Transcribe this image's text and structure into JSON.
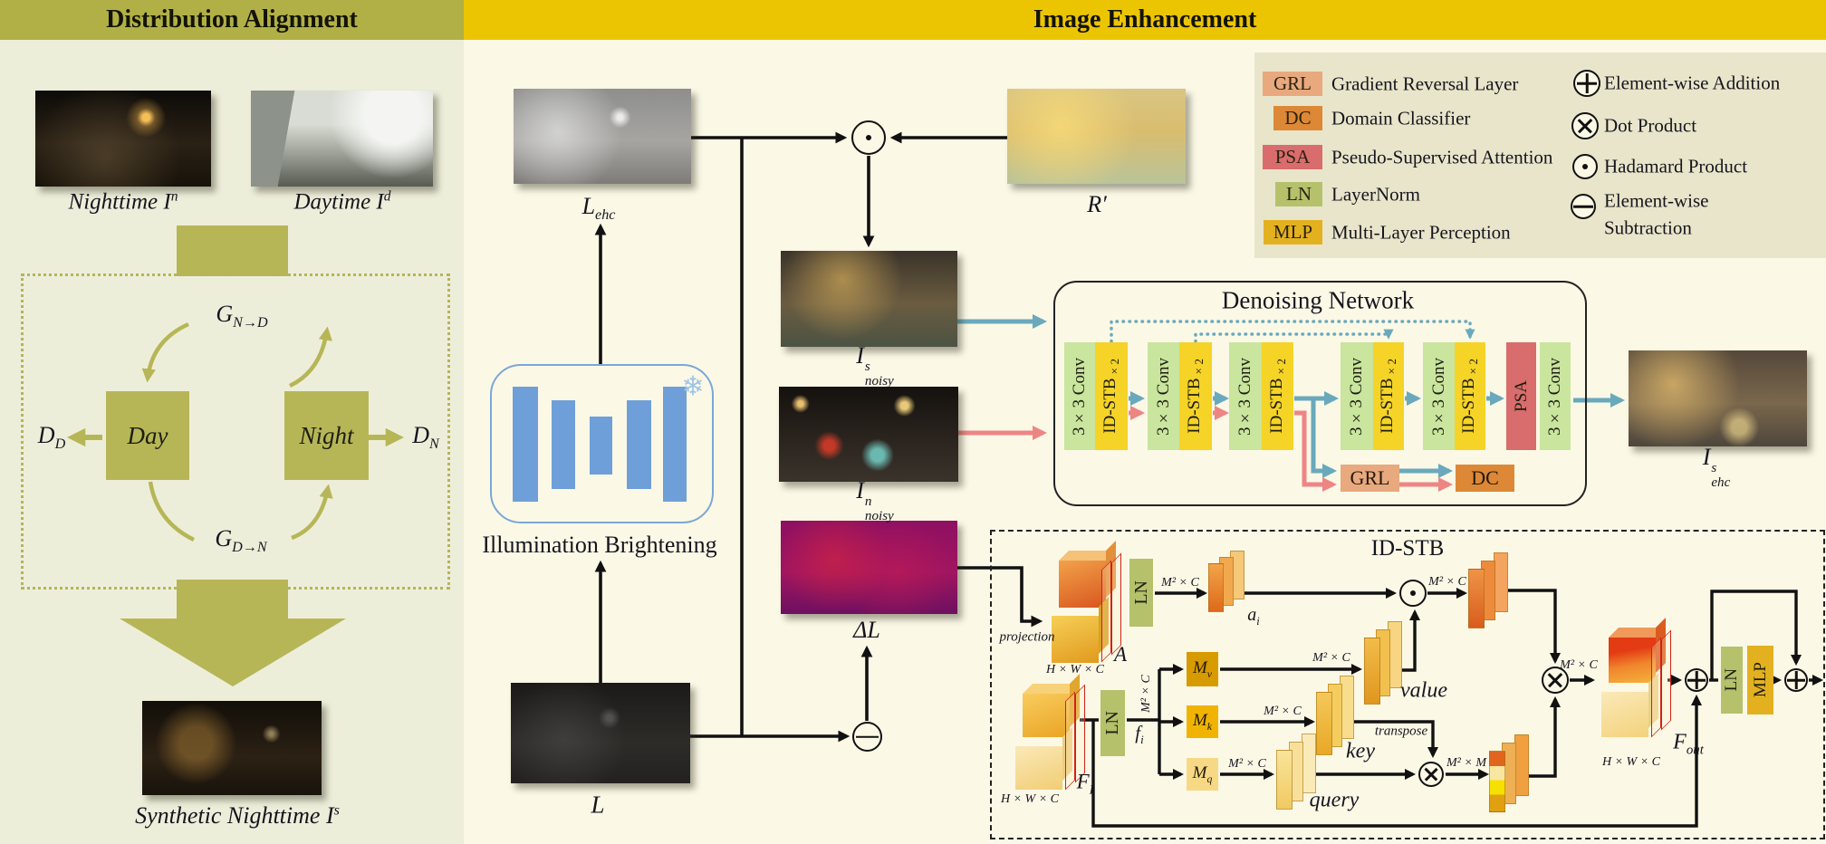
{
  "left_panel": {
    "title": "Distribution Alignment",
    "nighttime": {
      "base": "Nighttime I",
      "sup": "n"
    },
    "daytime": {
      "base": "Daytime I",
      "sup": "d"
    },
    "gan_top": {
      "base": "G",
      "sub": "N→D"
    },
    "gan_bottom": {
      "base": "G",
      "sub": "D→N"
    },
    "day_box": "Day",
    "night_box": "Night",
    "disc_day": {
      "base": "D",
      "sub": "D"
    },
    "disc_night": {
      "base": "D",
      "sub": "N"
    },
    "synthetic": {
      "base": "Synthetic Nighttime I",
      "sup": "s"
    }
  },
  "right_panel": {
    "title": "Image Enhancement"
  },
  "legend": {
    "items": [
      {
        "abbr": "GRL",
        "label": "Gradient Reversal Layer",
        "color": "#e8a97e"
      },
      {
        "abbr": "DC",
        "label": "Domain Classifier",
        "color": "#dd8836"
      },
      {
        "abbr": "PSA",
        "label": "Pseudo-Supervised Attention",
        "color": "#d96c6c"
      },
      {
        "abbr": "LN",
        "label": "LayerNorm",
        "color": "#b5c16b"
      },
      {
        "abbr": "MLP",
        "label": "Multi-Layer Perception",
        "color": "#e3b120"
      }
    ],
    "symbols": [
      {
        "name": "element-wise-addition",
        "label": "Element-wise Addition"
      },
      {
        "name": "dot-product",
        "label": "Dot Product"
      },
      {
        "name": "hadamard-product",
        "label": "Hadamard Product"
      },
      {
        "name": "element-wise-subtraction",
        "label1": "Element-wise",
        "label2": "Subtraction"
      }
    ]
  },
  "pipeline": {
    "lehc": {
      "base": "L",
      "sub": "ehc"
    },
    "rprime": "R′",
    "isnoisy": {
      "base": "I",
      "sup": "s",
      "sub": "noisy"
    },
    "innoisy": {
      "base": "I",
      "sup": "n",
      "sub": "noisy"
    },
    "deltal": "ΔL",
    "l": "L",
    "illumination": "Illumination Brightening",
    "snowflake": "❄",
    "isehc": {
      "base": "I",
      "sup": "s",
      "sub": "ehc"
    }
  },
  "denoise": {
    "title": "Denoising Network",
    "conv": "3×3 Conv",
    "idstb": "ID-STB",
    "times2": "×2",
    "psa": "PSA",
    "grl": "GRL",
    "dc": "DC"
  },
  "idstb": {
    "title": "ID-STB",
    "projection": "projection",
    "dims": "H × W × C",
    "m2c": "M² × C",
    "m2m": "M² × M",
    "ln": "LN",
    "mlp": "MLP",
    "a_tensor": "A",
    "ai": {
      "base": "a",
      "sub": "i"
    },
    "fi": {
      "base": "f",
      "sub": "i"
    },
    "f_in": {
      "base": "F",
      "sub": "I"
    },
    "f_out": {
      "base": "F",
      "sub": "out"
    },
    "mv": {
      "base": "M",
      "sub": "v"
    },
    "mk": {
      "base": "M",
      "sub": "k"
    },
    "mq": {
      "base": "M",
      "sub": "q"
    },
    "value": "value",
    "key": "key",
    "query": "query",
    "transpose": "transpose"
  },
  "colors": {
    "header_left": "#b1b046",
    "header_right": "#ecc502",
    "bg_left": "#edeeda",
    "bg_right": "#fbf8e6",
    "legend_bg": "#e9e5ca",
    "olive": "#b7b657",
    "arrow_blue": "#6aa9bc",
    "arrow_pink": "#ee8585",
    "conv_green": "#c9e59e",
    "stb_yellow": "#f5d327",
    "psa_red": "#d96c6c",
    "grl_salmon": "#e8a97e",
    "dc_orange": "#dd8836",
    "ln_olive": "#b5c16b",
    "mlp_gold": "#e3b120",
    "unet_blue": "#6f9fd8"
  }
}
